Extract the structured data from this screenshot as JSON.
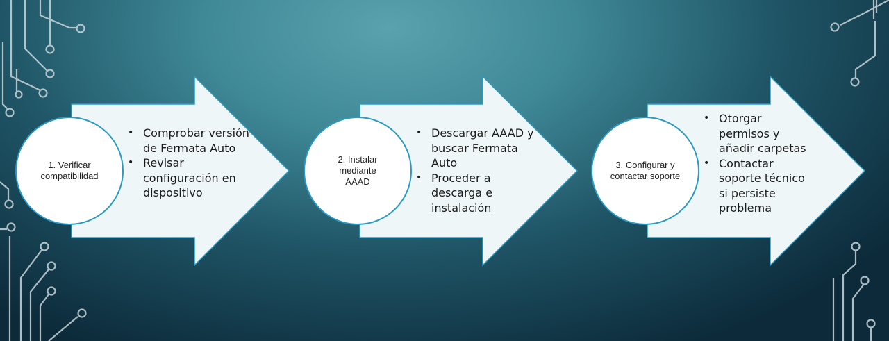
{
  "steps": [
    {
      "label": "1. Verificar compatibilidad",
      "bullets": [
        "Comprobar versión de Fermata Auto",
        "Revisar configuración en dispositivo"
      ]
    },
    {
      "label": "2. Instalar mediante AAAD",
      "bullets": [
        "Descargar AAAD y buscar Fermata Auto",
        "Proceder a descarga e instalación"
      ]
    },
    {
      "label": "3. Configurar y contactar soporte",
      "bullets": [
        "Otorgar permisos y añadir carpetas",
        "Contactar soporte técnico si persiste problema"
      ]
    }
  ],
  "colors": {
    "arrow_fill": "#eef6f8",
    "arrow_stroke": "#2b9ac2",
    "circuit": "#c9d6da"
  }
}
